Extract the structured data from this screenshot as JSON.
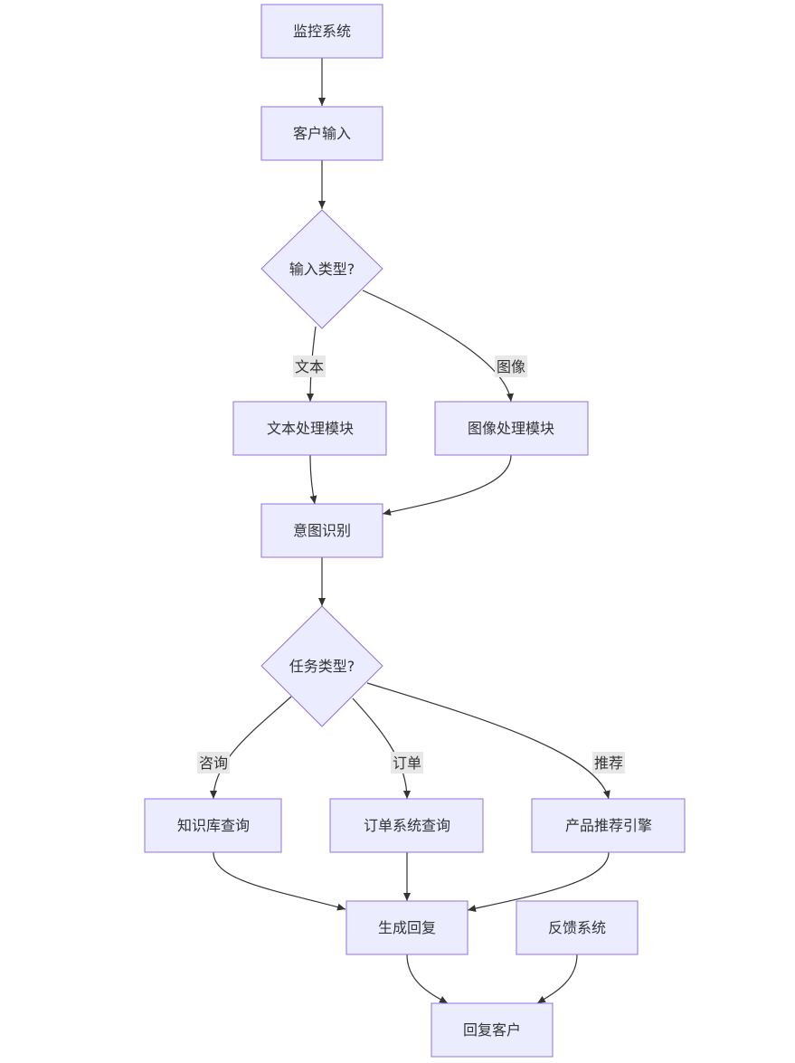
{
  "diagram": {
    "nodes": {
      "monitor": "监控系统",
      "customer_input": "客户输入",
      "input_type": "输入类型?",
      "text_module": "文本处理模块",
      "image_module": "图像处理模块",
      "intent": "意图识别",
      "task_type": "任务类型?",
      "kb_query": "知识库查询",
      "order_query": "订单系统查询",
      "recommend_engine": "产品推荐引擎",
      "generate_reply": "生成回复",
      "feedback": "反馈系统",
      "reply_customer": "回复客户"
    },
    "edge_labels": {
      "text": "文本",
      "image": "图像",
      "consult": "咨询",
      "order": "订单",
      "recommend": "推荐"
    },
    "colors": {
      "node_fill": "#ECECFF",
      "node_stroke": "#9370DB",
      "edge": "#333333",
      "label_bg": "#E8E8E8"
    }
  }
}
